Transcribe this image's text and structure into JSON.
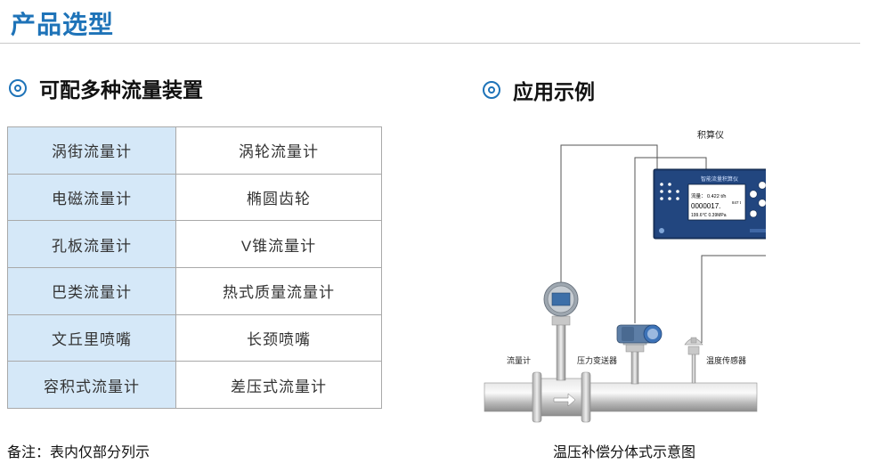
{
  "page": {
    "title": "产品选型"
  },
  "left_section": {
    "heading": "可配多种流量装置",
    "rows": [
      [
        "涡街流量计",
        "涡轮流量计"
      ],
      [
        "电磁流量计",
        "椭圆齿轮"
      ],
      [
        "孔板流量计",
        "V锥流量计"
      ],
      [
        "巴类流量计",
        "热式质量流量计"
      ],
      [
        "文丘里喷嘴",
        "长颈喷嘴"
      ],
      [
        "容积式流量计",
        "差压式流量计"
      ]
    ],
    "footnote": "备注：表内仅部分列示"
  },
  "right_section": {
    "heading": "应用示例",
    "diagram": {
      "integrator_label": "积算仪",
      "screen_title": "智能流量积算仪",
      "screen_line1": "流量： 0.422 t/h",
      "screen_line2": "0000017.",
      "screen_line2_unit": "847 t",
      "screen_line3": "199.6℃  0.39MPa",
      "flowmeter_label": "流量计",
      "pressure_label": "压力变送器",
      "temp_label": "温度传感器"
    },
    "caption": "温压补偿分体式示意图"
  },
  "colors": {
    "accent": "#1e73b8",
    "table_highlight": "#d5e8f8"
  }
}
